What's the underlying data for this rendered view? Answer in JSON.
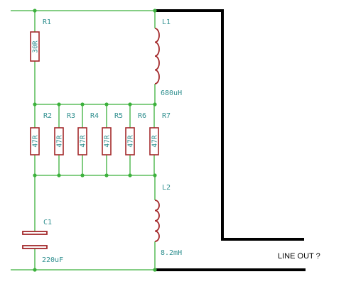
{
  "components": {
    "R1": {
      "ref": "R1",
      "value": "30R"
    },
    "L1": {
      "ref": "L1",
      "value": "680uH"
    },
    "R2": {
      "ref": "R2",
      "value": "47R"
    },
    "R3": {
      "ref": "R3",
      "value": "47R"
    },
    "R4": {
      "ref": "R4",
      "value": "47R"
    },
    "R5": {
      "ref": "R5",
      "value": "47R"
    },
    "R6": {
      "ref": "R6",
      "value": "47R"
    },
    "R7": {
      "ref": "R7",
      "value": "47R"
    },
    "L2": {
      "ref": "L2",
      "value": "8.2mH"
    },
    "C1": {
      "ref": "C1",
      "value": "220uF"
    }
  },
  "annotation": {
    "line_out": "LINE OUT ?"
  },
  "colors": {
    "wire": "#3cb13c",
    "component": "#a3292b",
    "label": "#2f8f8f",
    "annotation": "#000000"
  }
}
